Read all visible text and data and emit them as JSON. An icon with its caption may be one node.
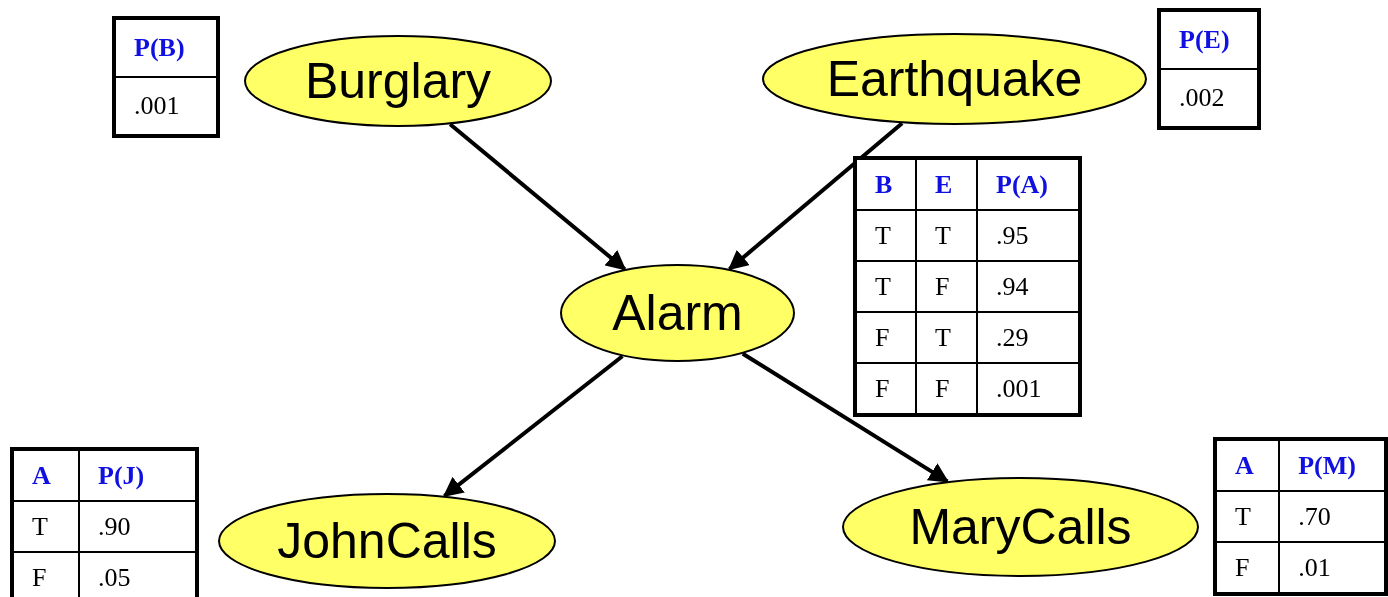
{
  "diagram": {
    "nodes": [
      {
        "text": [
          "Burglary"
        ]
      },
      {
        "text": [
          "Earthquake"
        ]
      },
      {
        "text": [
          "Alarm"
        ]
      },
      {
        "text": [
          "JohnCalls"
        ]
      },
      {
        "text": [
          "MaryCalls"
        ]
      }
    ],
    "edges": [
      {
        "from": 0,
        "to": 2,
        "arrow": "to"
      },
      {
        "from": 1,
        "to": 2,
        "arrow": "to"
      },
      {
        "from": 2,
        "to": 3,
        "arrow": "to"
      },
      {
        "from": 2,
        "to": 4,
        "arrow": "to"
      }
    ],
    "labels": [
      "P(B)",
      ".001",
      "P(E)",
      ".002",
      "B",
      "E",
      "P(A)",
      "T",
      "T",
      ".95",
      "T",
      "F",
      ".94",
      "F",
      "T",
      ".29",
      "F",
      "F",
      ".001",
      "A",
      "P(J)",
      "T",
      ".90",
      "F",
      ".05",
      "A",
      "P(M)",
      "T",
      ".70",
      "F",
      ".01"
    ]
  }
}
